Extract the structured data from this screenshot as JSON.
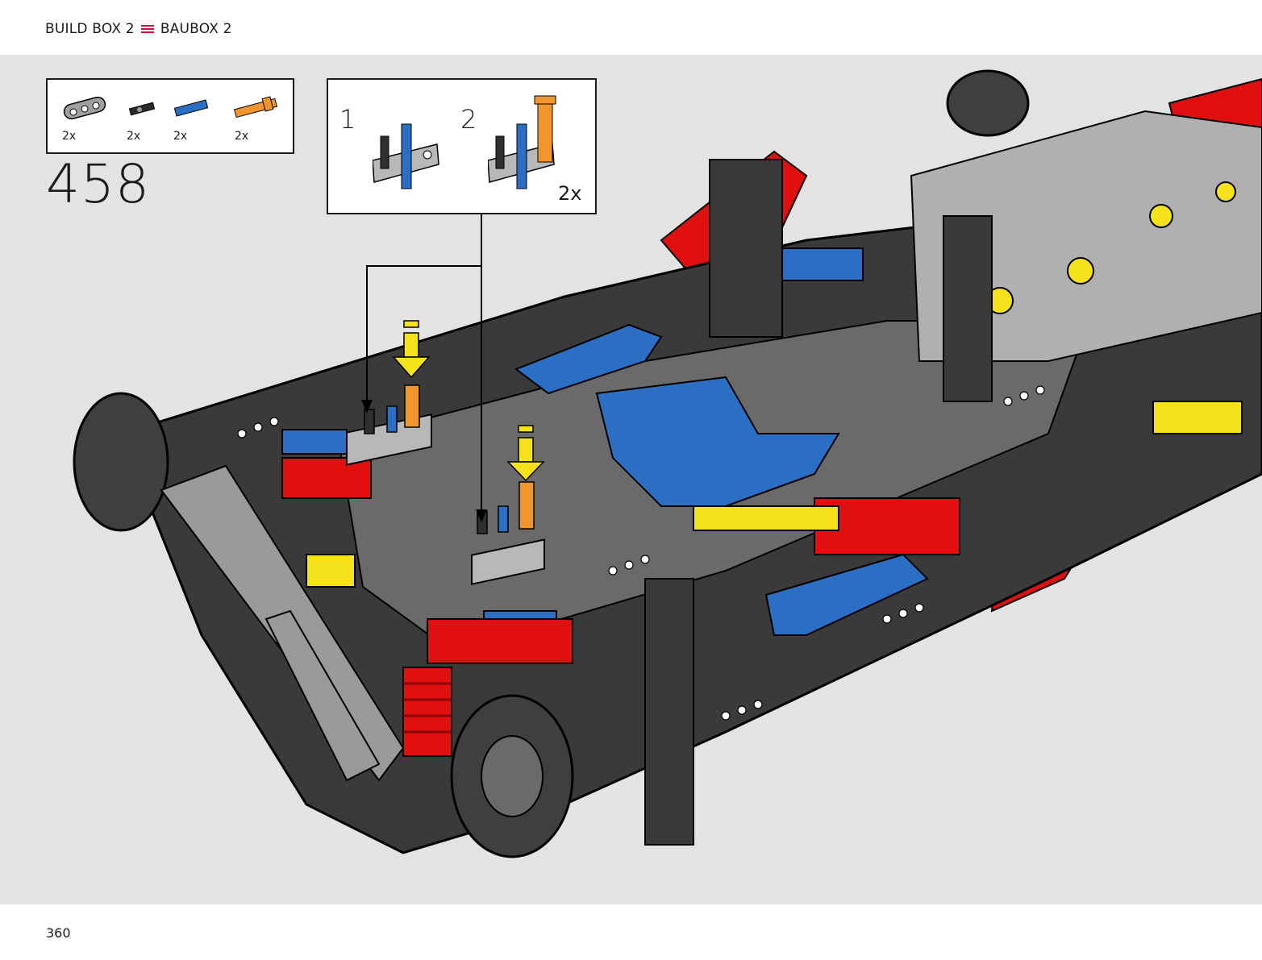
{
  "header": {
    "build_box": "BUILD BOX 2",
    "separator_icon": "menu-icon",
    "baubox": "BAUBOX 2"
  },
  "parts_list": [
    {
      "name": "gray-beam-3",
      "qty": "2x",
      "color": "#a0a0a0"
    },
    {
      "name": "black-axle-pin",
      "qty": "2x",
      "color": "#2b2b2b"
    },
    {
      "name": "blue-long-pin",
      "qty": "2x",
      "color": "#2b6fc4"
    },
    {
      "name": "orange-axle-pin-tall",
      "qty": "2x",
      "color": "#f0962e"
    }
  ],
  "step": {
    "number": "458"
  },
  "subassembly": {
    "step1_label": "1",
    "step2_label": "2",
    "multiplier": "2x"
  },
  "colors": {
    "background": "#e3e3e3",
    "red": "#e01010",
    "blue": "#2b6fc4",
    "yellow": "#f5e21a",
    "orange": "#f0962e",
    "dark_gray": "#2f2f2f",
    "light_gray": "#b8b8b8",
    "accent": "#d0103a"
  },
  "footer": {
    "page_number": "360"
  }
}
